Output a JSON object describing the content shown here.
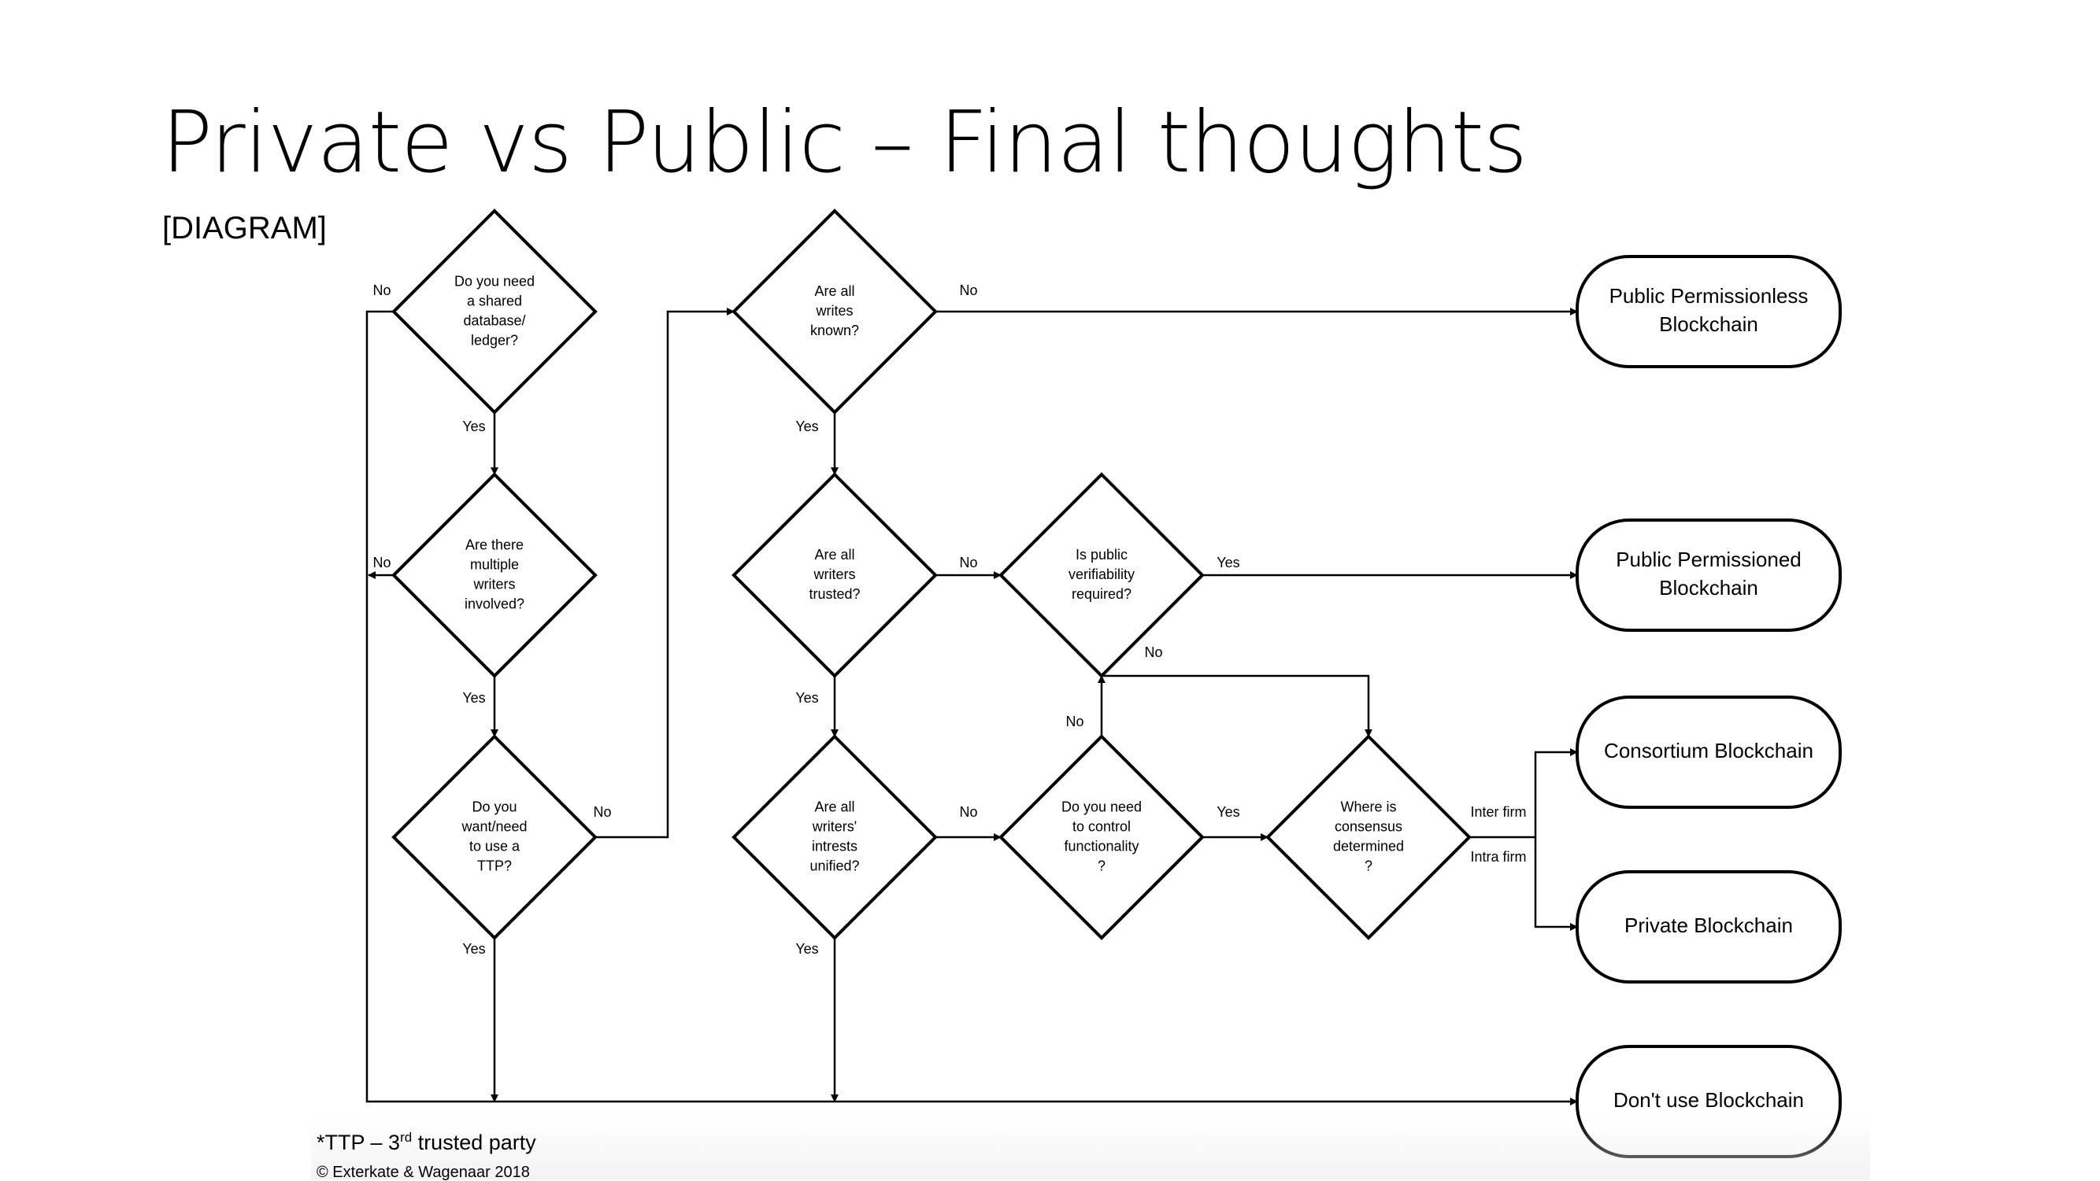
{
  "slide": {
    "title": "Private vs Public – Final thoughts",
    "subtitle": "[DIAGRAM]",
    "footnote_prefix": "*TTP – 3",
    "footnote_sup": "rd",
    "footnote_suffix": " trusted party",
    "copyright": "© Exterkate & Wagenaar 2018"
  },
  "diagram": {
    "decisions": {
      "shared_db": [
        "Do you need",
        "a shared",
        "database/",
        "ledger?"
      ],
      "multiple_writers": [
        "Are there",
        "multiple",
        "writers",
        "involved?"
      ],
      "ttp": [
        "Do you",
        "want/need",
        "to use a",
        "TTP?"
      ],
      "writers_known": [
        "Are all",
        "writes",
        "known?"
      ],
      "writers_trusted": [
        "Are all",
        "writers",
        "trusted?"
      ],
      "interests_unified": [
        "Are all",
        "writers'",
        "intrests",
        "unified?"
      ],
      "public_verifiability": [
        "Is public",
        "verifiability",
        "required?"
      ],
      "control_functionality": [
        "Do you need",
        "to control",
        "functionality",
        "?"
      ],
      "consensus": [
        "Where is",
        "consensus",
        "determined",
        "?"
      ]
    },
    "outcomes": {
      "public_permissionless": [
        "Public Permissionless",
        "Blockchain"
      ],
      "public_permissioned": [
        "Public Permissioned",
        "Blockchain"
      ],
      "consortium": [
        "Consortium Blockchain"
      ],
      "private": [
        "Private Blockchain"
      ],
      "dont_use": [
        "Don't use Blockchain"
      ]
    },
    "labels": {
      "yes": "Yes",
      "no": "No",
      "inter_firm": "Inter firm",
      "intra_firm": "Intra firm"
    }
  }
}
